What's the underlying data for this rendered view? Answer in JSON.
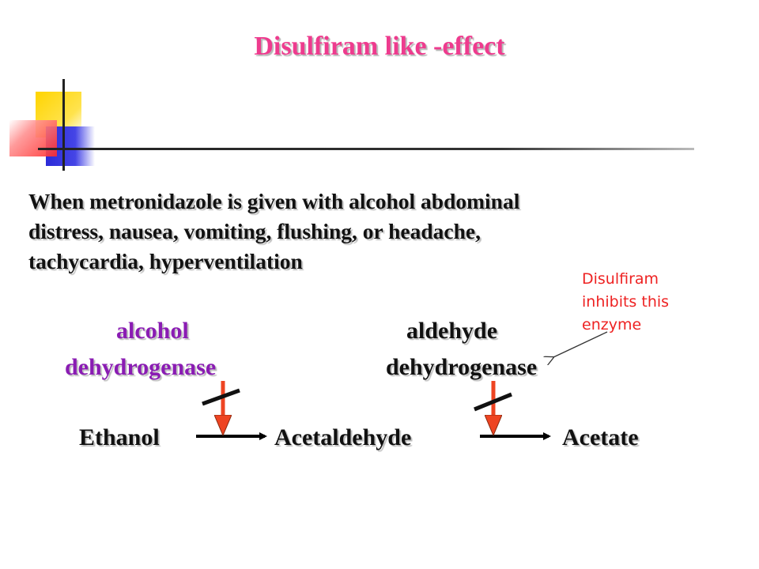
{
  "title": "Disulfiram like -effect",
  "body_lines": [
    "When metronidazole is given  with alcohol abdominal",
    "distress, nausea, vomiting, flushing, or  headache,",
    "tachycardia, hyperventilation"
  ],
  "annotation_lines": [
    "Disulfiram",
    "inhibits this",
    "enzyme"
  ],
  "pathway": {
    "enzyme1": [
      "alcohol",
      "dehydrogenase"
    ],
    "enzyme2": [
      "aldehyde",
      "dehydrogenase"
    ],
    "substrates": [
      "Ethanol",
      "Acetaldehyde",
      "Acetate"
    ]
  },
  "colors": {
    "title": "#ee3b8e",
    "annotation": "#ee2222",
    "enzyme_arrow": "#ee4422",
    "text": "#111111",
    "enzyme1_text": "#8a1cb3"
  }
}
